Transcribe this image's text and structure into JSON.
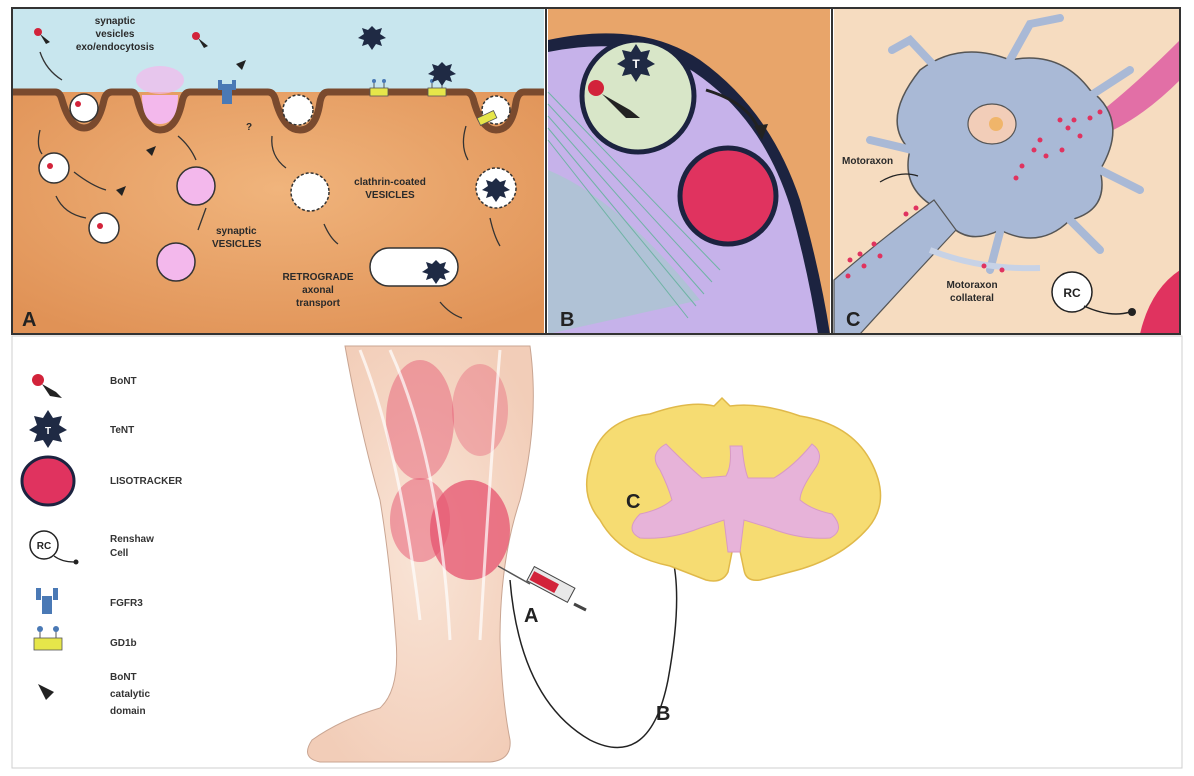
{
  "panels": {
    "a": {
      "letter": "A",
      "synaptic_vesicles_exo": [
        "synaptic",
        "vesicles",
        "exo/endocytosis"
      ],
      "question": "?",
      "synaptic_vesicles": [
        "synaptic",
        "VESICLES"
      ],
      "clathrin": [
        "clathrin-coated",
        "VESICLES"
      ],
      "retrograde": [
        "RETROGRADE",
        "axonal",
        "transport"
      ]
    },
    "b": {
      "letter": "B"
    },
    "c": {
      "letter": "C",
      "motoraxon": "Motoraxon",
      "collateral": [
        "Motoraxon",
        "collateral"
      ],
      "rc": "RC"
    }
  },
  "icons": {
    "tent_letter": "T"
  },
  "legend": {
    "bont": "BoNT",
    "tent": "TeNT",
    "lisotracker": "LISOTRACKER",
    "renshaw": [
      "Renshaw",
      "Cell"
    ],
    "rc": "RC",
    "fgfr3": "FGFR3",
    "gd1b": "GD1b",
    "catalytic": [
      "BoNT",
      "catalytic",
      "domain"
    ]
  },
  "bottom": {
    "label_a": "A",
    "label_b": "B",
    "label_c": "C"
  },
  "colors": {
    "plasma": "#c8e6ee",
    "cytoplasm": "#e8a56a",
    "membrane": "#7a4a2e",
    "vesicle_pink": "#f3b8ec",
    "neuron": "#a9b9d6",
    "lysotracker": "#e0335f",
    "bont_red": "#d2233a",
    "tent_dark": "#1f2a44",
    "spinal_yellow": "#f6dc72",
    "spinal_pink": "#e7b3d9",
    "skin": "#f6dccd",
    "muscle": "#e5536f",
    "fgfr3": "#4a79b5",
    "gd1b": "#e6e64a"
  }
}
